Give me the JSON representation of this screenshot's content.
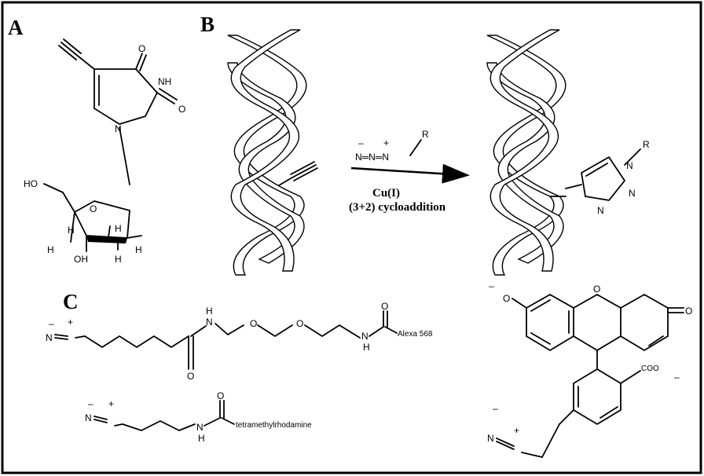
{
  "panels": {
    "a": "A",
    "b": "B",
    "c": "C"
  },
  "panel_a": {
    "atoms": {
      "o_top": "O",
      "nh": "NH",
      "o_right": "O",
      "n1": "N",
      "ho": "HO",
      "o_ring": "O",
      "h1": "H",
      "h2": "H",
      "h3": "H",
      "h4": "H",
      "h5": "H",
      "oh": "OH"
    }
  },
  "panel_b": {
    "reagent": {
      "minus": "–",
      "plus": "+",
      "azide": "N═N═N",
      "r": "R"
    },
    "condition_catalyst": "Cu(I)",
    "condition_reaction": "(3+2) cycloaddition",
    "product_atoms": {
      "n1": "N",
      "n2": "N",
      "n3": "N",
      "r": "R"
    }
  },
  "panel_c": {
    "azide_atoms": {
      "minus": "–",
      "plus": "+",
      "n": "N"
    },
    "linker1_atoms": {
      "h1": "H",
      "n1": "N",
      "o_amide": "O",
      "o_ether1": "O",
      "o_ether2": "O",
      "o_carbonyl": "O",
      "n2": "N",
      "h2": "H"
    },
    "linker1_label": "Alexa 568",
    "linker2_atoms": {
      "o": "O",
      "n": "N",
      "h": "H"
    },
    "linker2_label": "tetramethylrhodamine",
    "fluorescein_atoms": {
      "o_left": "O",
      "minus_left": "–",
      "o_ring": "O",
      "o_right": "O",
      "coo": "COO",
      "minus_coo": "–"
    }
  }
}
